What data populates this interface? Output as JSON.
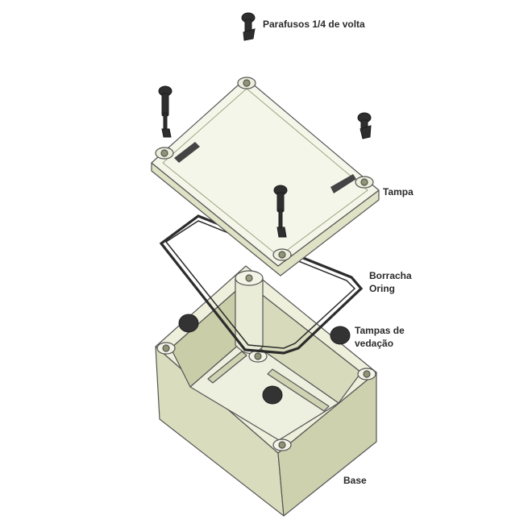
{
  "labels": {
    "screws": "Parafusos 1/4 de volta",
    "lid": "Tampa",
    "gasket_line1": "Borracha",
    "gasket_line2": "Oring",
    "plugs_line1": "Tampas de",
    "plugs_line2": "vedação",
    "base": "Base"
  },
  "colors": {
    "body": "#e6e9cf",
    "body_light": "#f1f3e2",
    "body_dark": "#c7cba9",
    "lid": "#f3f4e6",
    "line": "#555555",
    "part": "#333333"
  }
}
